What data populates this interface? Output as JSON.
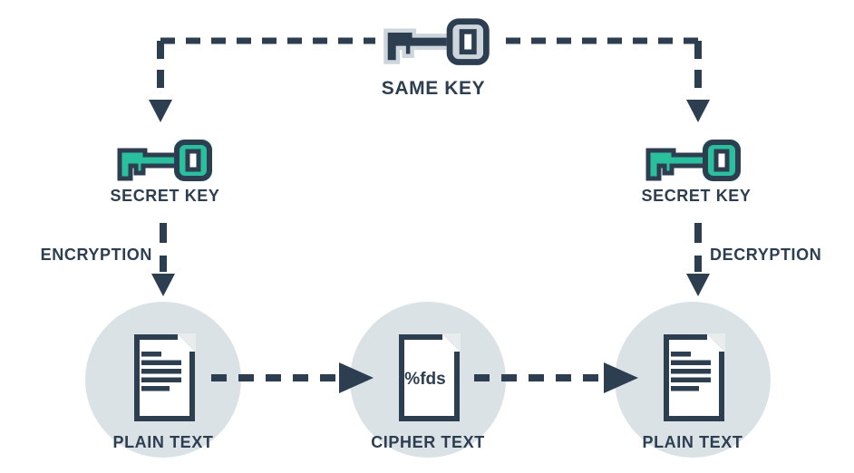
{
  "diagram": {
    "type": "symmetric-encryption-flow",
    "same_key_label": "SAME KEY",
    "left_key_label": "SECRET KEY",
    "right_key_label": "SECRET KEY",
    "encryption_label": "ENCRYPTION",
    "decryption_label": "DECRYPTION",
    "plain_text_left_label": "PLAIN TEXT",
    "cipher_text_label": "CIPHER TEXT",
    "plain_text_right_label": "PLAIN TEXT",
    "cipher_content": "%fds"
  },
  "colors": {
    "navy": "#2d3e50",
    "teal": "#2abf9d",
    "circle_bg": "#dae2e6",
    "key_light_fill": "#cdd6dd",
    "fold_gray": "#e9eced",
    "background": "#ffffff"
  }
}
